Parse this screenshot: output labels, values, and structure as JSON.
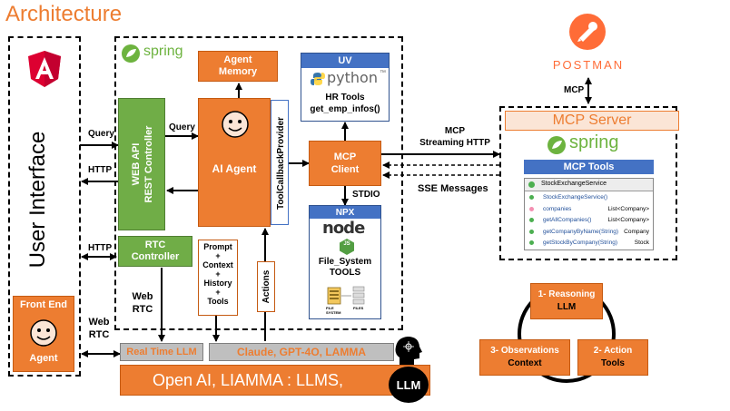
{
  "title": "Architecture",
  "user_interface": {
    "label": "User Interface",
    "front_end_title": "Front End",
    "front_end_agent": "Agent"
  },
  "spring": {
    "brand": "spring",
    "web_api_line1": "WEB API",
    "web_api_line2": "REST Controller",
    "rtc_line1": "RTC",
    "rtc_line2": "Controller",
    "agent_memory_line1": "Agent",
    "agent_memory_line2": "Memory",
    "ai_agent": "AI Agent",
    "tool_callback_provider": "ToolCallbackProvider",
    "mcp_client_line1": "MCP",
    "mcp_client_line2": "Client",
    "prompt_stack": [
      "Prompt",
      "+",
      "Context",
      "+",
      "History",
      "+",
      "Tools"
    ],
    "actions": "Actions"
  },
  "uv": {
    "title": "UV",
    "python_logo": "python",
    "trademark": "™",
    "hr_tools_line1": "HR Tools",
    "hr_tools_line2": "get_emp_infos()"
  },
  "npx": {
    "title": "NPX",
    "node_logo": "node",
    "node_badge": "JS",
    "fs_line1": "File_System",
    "fs_line2": "TOOLS",
    "file_icon_label_1": "FILE SYSTEM",
    "file_icon_label_2": "FILES"
  },
  "connections": {
    "query_1": "Query",
    "http_1": "HTTP",
    "query_2": "Query",
    "http_2": "HTTP",
    "web_rtc_line1": "Web",
    "web_rtc_line2": "RTC",
    "web_rtc_left_line1": "Web",
    "web_rtc_left_line2": "RTC",
    "mcp_stream_line1": "MCP",
    "mcp_stream_line2": "Streaming HTTP",
    "sse": "SSE Messages",
    "stdio": "STDIO",
    "mcp_postman": "MCP"
  },
  "mcp_server": {
    "postman": "POSTMAN",
    "title": "MCP Server",
    "brand": "spring",
    "tools_title": "MCP Tools",
    "class_name": "StockExchangeService",
    "members": [
      {
        "name": "StockExchangeService()",
        "type": ""
      },
      {
        "name": "companies",
        "type": "List<Company>"
      },
      {
        "name": "getAllCompanies()",
        "type": "List<Company>"
      },
      {
        "name": "getCompanyByName(String)",
        "type": "Company"
      },
      {
        "name": "getStockByCompany(String)",
        "type": "Stock"
      }
    ]
  },
  "llm": {
    "real_time": "Real Time LLM",
    "claude": "Claude, GPT-4O, LAMMA",
    "bar": "Open AI, LIAMMA : LLMS,",
    "badge": "LLM"
  },
  "cycle": {
    "reasoning_line1": "1- Reasoning",
    "reasoning_line2": "LLM",
    "action_line1": "2- Action",
    "action_line2": "Tools",
    "observation_line1": "3- Observations",
    "observation_line2": "Context"
  },
  "colors": {
    "orange": "#ED7D31",
    "green": "#70AD47",
    "blue": "#4472C4",
    "postman": "#FF6C37",
    "title": "#ED7D31"
  }
}
